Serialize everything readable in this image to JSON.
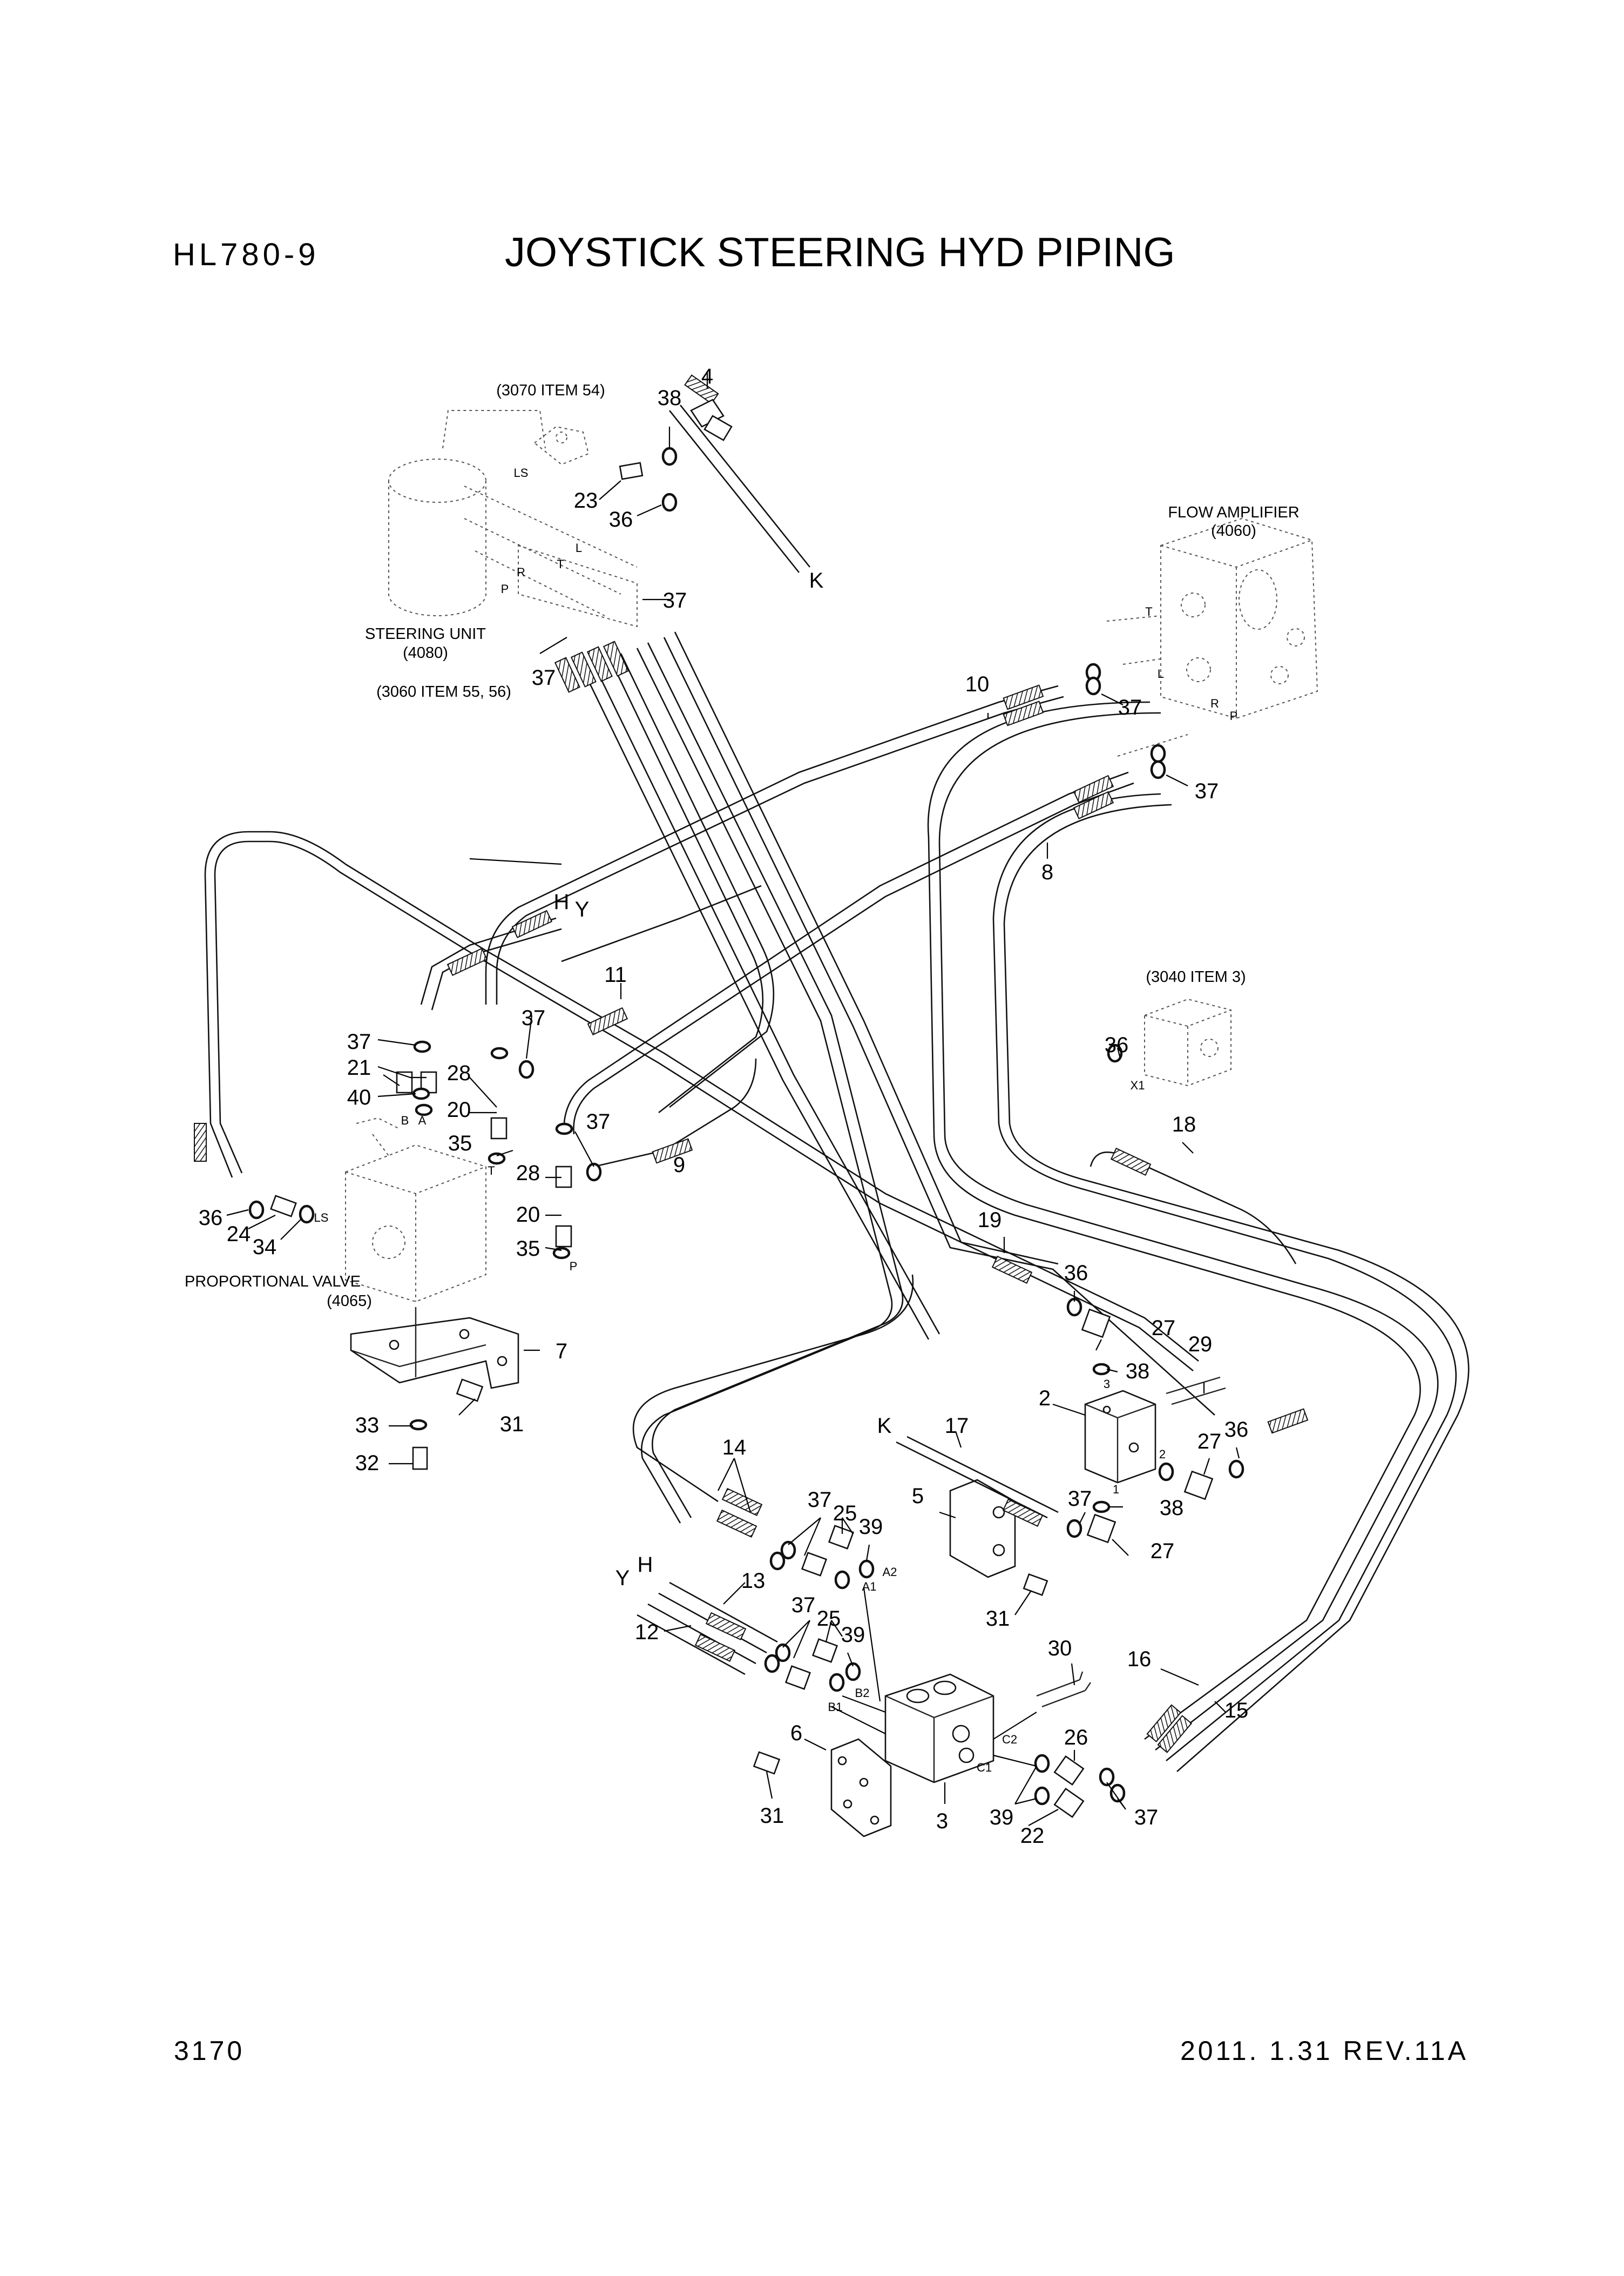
{
  "header": {
    "model": "HL780-9",
    "title": "JOYSTICK STEERING HYD PIPING"
  },
  "footer": {
    "page_number": "3170",
    "date_revision": "2011. 1.31  REV.11A"
  },
  "component_labels": {
    "ref_3070": "(3070 ITEM 54)",
    "flow_amplifier": "FLOW AMPLIFIER",
    "flow_amplifier_code": "(4060)",
    "steering_unit": "STEERING UNIT",
    "steering_unit_code": "(4080)",
    "ref_3060": "(3060 ITEM 55, 56)",
    "ref_3040": "(3040 ITEM 3)",
    "proportional_valve": "PROPORTIONAL VALVE",
    "proportional_valve_code": "(4065)"
  },
  "port_letters": {
    "ls_top": "LS",
    "l_top": "L",
    "t_top": "T",
    "r_top": "R",
    "p_top": "P",
    "t_amp": "T",
    "l_amp": "L",
    "r_amp": "R",
    "p_amp": "P",
    "b_prop": "B",
    "a_prop": "A",
    "t_prop": "T",
    "p_prop": "P",
    "ls_prop": "LS",
    "x1": "X1",
    "port3": "3",
    "port2": "2",
    "port1": "1",
    "a2": "A2",
    "a1": "A1",
    "b2": "B2",
    "b1": "B1",
    "c2": "C2",
    "c1": "C1"
  },
  "line_refs": {
    "k_top": "K",
    "h_mid": "H",
    "y_mid": "Y",
    "k_low": "K",
    "h_low": "H",
    "y_low": "Y"
  },
  "callouts": {
    "c4": "4",
    "c38a": "38",
    "c23": "23",
    "c36a": "36",
    "c37a": "37",
    "c37b": "37",
    "c10": "10",
    "c37c": "37",
    "c37d": "37",
    "c8": "8",
    "c11": "11",
    "c37e": "37",
    "c37f": "37",
    "c21": "21",
    "c40": "40",
    "c28a": "28",
    "c20a": "20",
    "c35a": "35",
    "c37g": "37",
    "c9": "9",
    "c28b": "28",
    "c20b": "20",
    "c35b": "35",
    "c36b": "36",
    "c24": "24",
    "c34": "34",
    "c7": "7",
    "c33": "33",
    "c31a": "31",
    "c32": "32",
    "c36c": "36",
    "c18": "18",
    "c19": "19",
    "c36d": "36",
    "c27a": "27",
    "c38b": "38",
    "c29": "29",
    "c2": "2",
    "c27b": "27",
    "c36e": "36",
    "c38c": "38",
    "c17": "17",
    "c37h": "37",
    "c27c": "27",
    "c5": "5",
    "c31b": "31",
    "c14": "14",
    "c37i": "37",
    "c25a": "25",
    "c39a": "39",
    "c13": "13",
    "c12": "12",
    "c37j": "37",
    "c25b": "25",
    "c39b": "39",
    "c30": "30",
    "c16": "16",
    "c15": "15",
    "c6": "6",
    "c26": "26",
    "c31c": "31",
    "c3": "3",
    "c39c": "39",
    "c22": "22",
    "c37k": "37"
  }
}
